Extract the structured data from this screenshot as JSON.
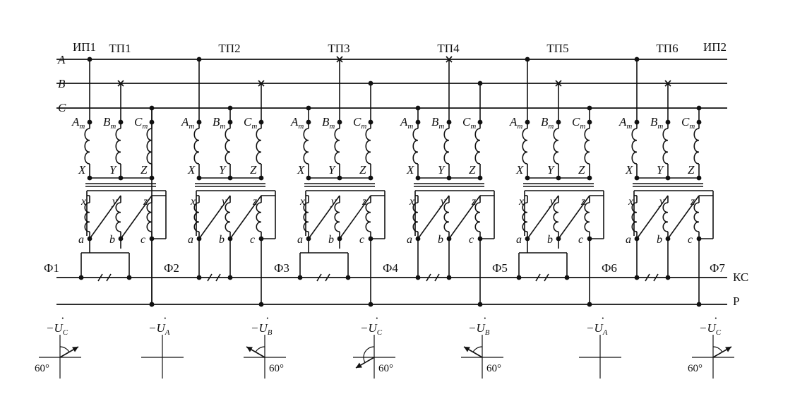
{
  "buses": {
    "A": "A",
    "B": "B",
    "C": "C",
    "KS": "КС",
    "R": "Р"
  },
  "sources": {
    "left": "ИП1",
    "right": "ИП2"
  },
  "substations": [
    {
      "name": "ТП1",
      "break_on": "B",
      "hv_order": [
        "A",
        "B",
        "C"
      ],
      "lv_dir": 1,
      "link_ks": "a",
      "ksr": "R"
    },
    {
      "name": "ТП2",
      "break_on": "B",
      "hv_order": [
        "A",
        "C",
        "B"
      ],
      "lv_dir": 1,
      "link_ks": "b",
      "ksr": "R"
    },
    {
      "name": "ТП3",
      "break_on": "A",
      "hv_order": [
        "C",
        "A",
        "B"
      ],
      "lv_dir": 1,
      "link_ks": "a",
      "ksr": "R"
    },
    {
      "name": "ТП4",
      "break_on": "A",
      "hv_order": [
        "C",
        "A",
        "B"
      ],
      "lv_dir": 1,
      "link_ks": "b",
      "ksr": "R"
    },
    {
      "name": "ТП5",
      "break_on": "B",
      "hv_order": [
        "A",
        "B",
        "C"
      ],
      "lv_dir": 1,
      "link_ks": "a",
      "ksr": "R"
    },
    {
      "name": "ТП6",
      "break_on": "B",
      "hv_order": [
        "A",
        "B",
        "C"
      ],
      "lv_dir": 1,
      "link_ks": "b",
      "ksr": "R"
    }
  ],
  "terminals": {
    "hv_top": [
      "A",
      "B",
      "C"
    ],
    "hv_sub": "т",
    "hv_bottom": [
      "X",
      "Y",
      "Z"
    ],
    "lv_top": [
      "x",
      "y",
      "z"
    ],
    "lv_bottom": [
      "a",
      "b",
      "c"
    ]
  },
  "sections": [
    "Ф1",
    "Ф2",
    "Ф3",
    "Ф4",
    "Ф5",
    "Ф6",
    "Ф7"
  ],
  "vectors": [
    {
      "phase": "C",
      "angle_deg": 30,
      "show_angle": true,
      "angle_label": "60°",
      "angle_side": "left"
    },
    {
      "phase": "A",
      "angle_deg": 90,
      "show_angle": false,
      "angle_label": "",
      "angle_side": ""
    },
    {
      "phase": "B",
      "angle_deg": 150,
      "show_angle": true,
      "angle_label": "60°",
      "angle_side": "right"
    },
    {
      "phase": "C",
      "angle_deg": 210,
      "show_angle": true,
      "angle_label": "60°",
      "angle_side": "right"
    },
    {
      "phase": "B",
      "angle_deg": 150,
      "show_angle": true,
      "angle_label": "60°",
      "angle_side": "right"
    },
    {
      "phase": "A",
      "angle_deg": 90,
      "show_angle": false,
      "angle_label": "",
      "angle_side": ""
    },
    {
      "phase": "C",
      "angle_deg": 30,
      "show_angle": true,
      "angle_label": "60°",
      "angle_side": "left"
    }
  ],
  "vector_prefix": "−U",
  "colors": {
    "line": "#111111",
    "background": "#ffffff"
  }
}
